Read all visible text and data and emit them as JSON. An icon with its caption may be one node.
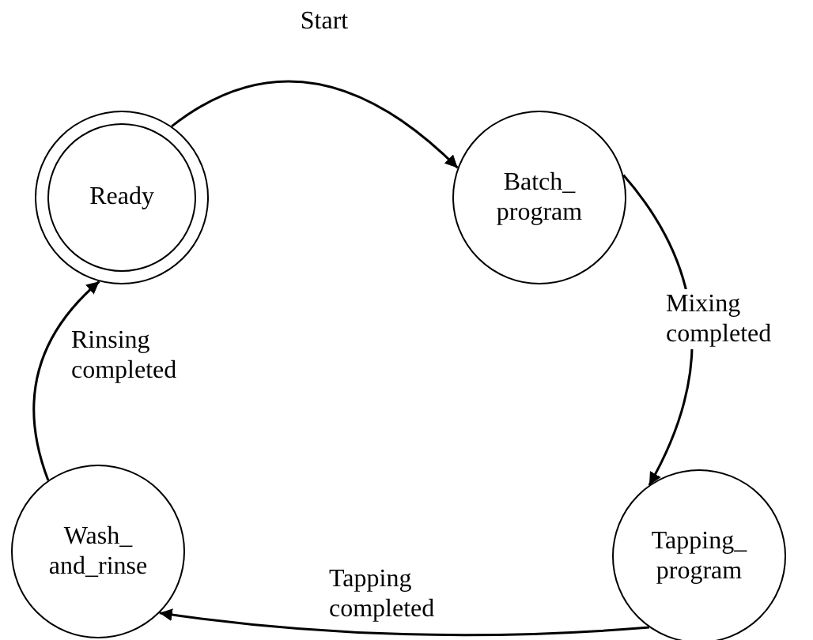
{
  "diagram": {
    "nodes": [
      {
        "text": [
          "Ready"
        ]
      },
      {
        "text": [
          "Batch_ program"
        ]
      },
      {
        "text": [
          "Tapping_ program"
        ]
      },
      {
        "text": [
          "Wash_ and_rinse"
        ]
      }
    ],
    "edges": [
      {
        "from": 0,
        "to": 1,
        "arrow": "to",
        "label": "Start"
      },
      {
        "from": 1,
        "to": 2,
        "arrow": "to",
        "label": "Mixing completed"
      },
      {
        "from": 2,
        "to": 3,
        "arrow": "to",
        "label": "Tapping completed"
      },
      {
        "from": 3,
        "to": 0,
        "arrow": "to",
        "label": "Rinsing completed"
      }
    ]
  }
}
